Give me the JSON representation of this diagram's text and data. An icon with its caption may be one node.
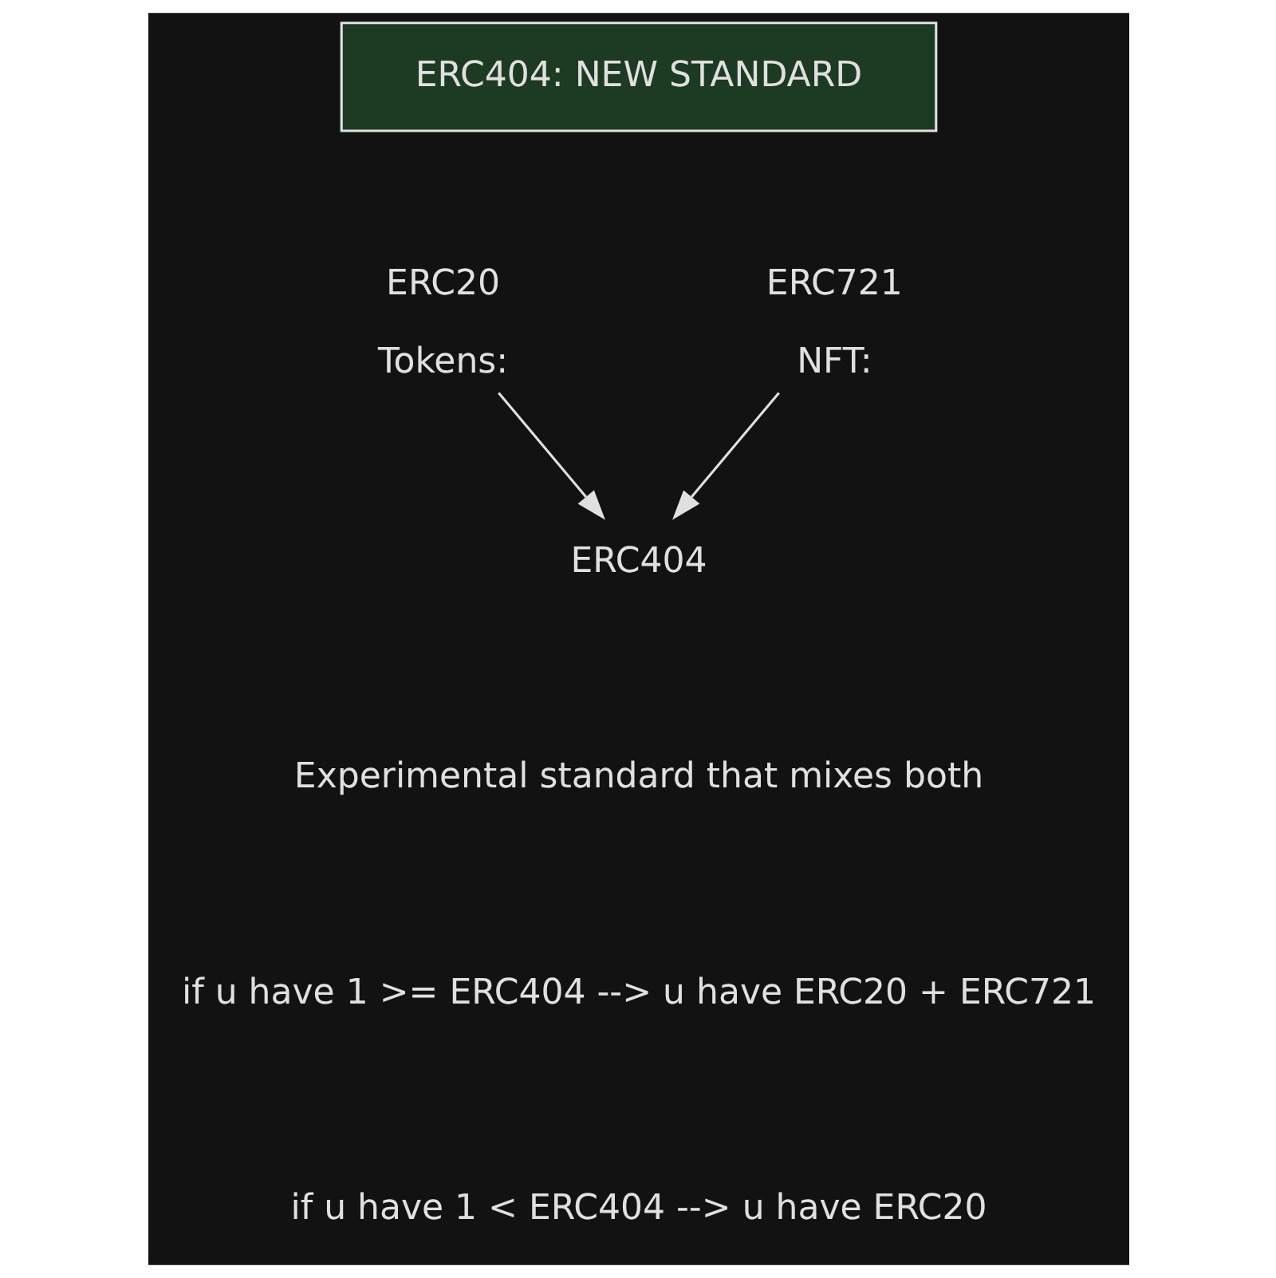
{
  "diagram": {
    "nodes": [
      {
        "text": [
          "ERC404: NEW STANDARD"
        ]
      },
      {
        "text": [
          "ERC20",
          "Tokens:"
        ]
      },
      {
        "text": [
          "ERC721",
          "NFT:"
        ]
      },
      {
        "text": [
          "ERC404"
        ]
      }
    ],
    "edges": [
      {
        "from": 1,
        "to": 3,
        "arrow": "to"
      },
      {
        "from": 2,
        "to": 3,
        "arrow": "to"
      }
    ],
    "labels": [
      "Experimental standard that mixes both",
      "if u have 1 >= ERC404 --> u have ERC20 + ERC721",
      "if u have 1 < ERC404 --> u have ERC20"
    ]
  }
}
